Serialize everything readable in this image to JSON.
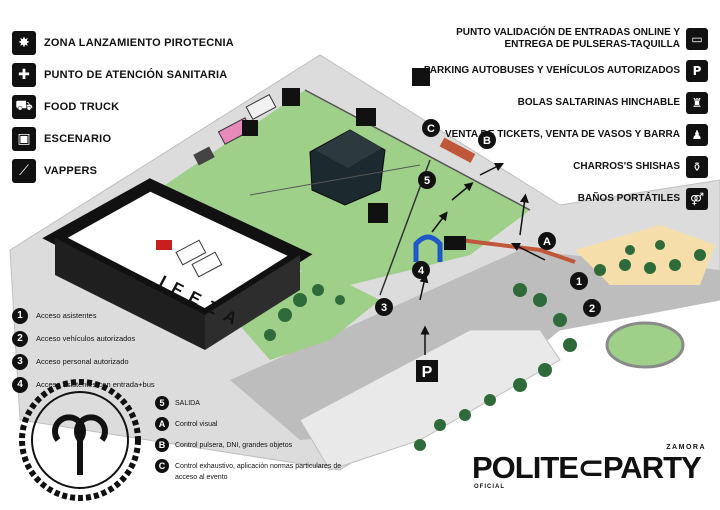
{
  "legend_left": [
    {
      "icon": "fireworks-icon",
      "glyph": "✸",
      "label": "ZONA LANZAMIENTO PIROTECNIA"
    },
    {
      "icon": "medical-cross-icon",
      "glyph": "✚",
      "label": "PUNTO DE ATENCIÓN SANITARIA"
    },
    {
      "icon": "food-truck-icon",
      "glyph": "⛟",
      "label": "FOOD TRUCK"
    },
    {
      "icon": "stage-icon",
      "glyph": "▣",
      "label": "ESCENARIO"
    },
    {
      "icon": "vape-icon",
      "glyph": "⟋",
      "label": "VAPPERS"
    }
  ],
  "legend_right": [
    {
      "icon": "ticket-icon",
      "glyph": "▭",
      "label": "PUNTO VALIDACIÓN DE ENTRADAS ONLINE Y ENTREGA DE PULSERAS-TAQUILLA"
    },
    {
      "icon": "parking-icon",
      "glyph": "P",
      "label": "PARKING AUTOBUSES Y VEHÍCULOS AUTORIZADOS"
    },
    {
      "icon": "bouncy-castle-icon",
      "glyph": "♜",
      "label": "BOLAS SALTARINAS HINCHABLE"
    },
    {
      "icon": "bar-ticket-icon",
      "glyph": "♟",
      "label": "VENTA DE TICKETS, VENTA DE VASOS Y BARRA"
    },
    {
      "icon": "shisha-icon",
      "glyph": "⚱",
      "label": "CHARROS'S SHISHAS"
    },
    {
      "icon": "toilets-icon",
      "glyph": "⚤",
      "label": "BAÑOS PORTÁTILES"
    }
  ],
  "access_legend": [
    {
      "num": "1",
      "label": "Acceso asistentes"
    },
    {
      "num": "2",
      "label": "Acceso vehículos autorizados"
    },
    {
      "num": "3",
      "label": "Acceso personal autorizado"
    },
    {
      "num": "4",
      "label": "Acceso asistentes con entrada+bus"
    }
  ],
  "control_legend": [
    {
      "num": "5",
      "label": "SALIDA"
    },
    {
      "num": "A",
      "label": "Control visual"
    },
    {
      "num": "B",
      "label": "Control pulsera, DNI, grandes objetos"
    },
    {
      "num": "C",
      "label": "Control exhaustivo, aplicación normas particulares de acceso al evento"
    }
  ],
  "map": {
    "building_label": "IFEZA",
    "parking_label": "P",
    "markers": [
      "1",
      "2",
      "3",
      "4",
      "5",
      "A",
      "B",
      "C"
    ]
  },
  "brand": {
    "name": "POLITE⊂PARTY",
    "top": "ZAMORA",
    "bottom": "OFICIAL"
  },
  "colors": {
    "grass": "#9fd08a",
    "road": "#bdbdbd",
    "path": "#d9d9d9",
    "sand": "#f6deaa",
    "building": "#1f1f1f",
    "marker": "#111111"
  }
}
